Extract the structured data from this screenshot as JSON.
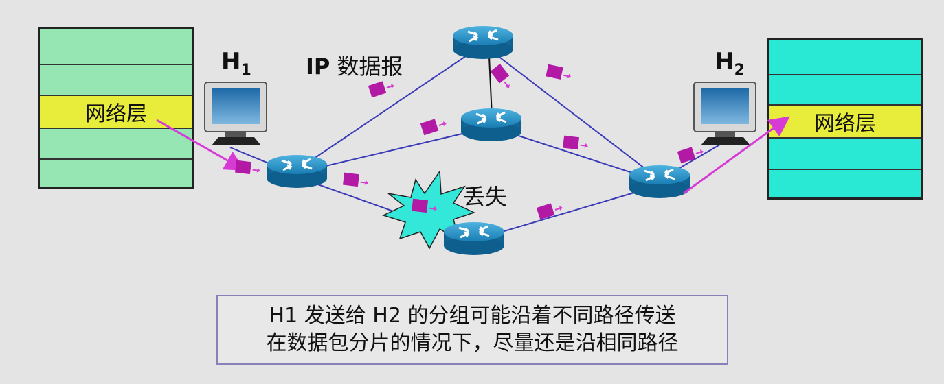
{
  "host1": {
    "name": "H",
    "sub": "1"
  },
  "host2": {
    "name": "H",
    "sub": "2"
  },
  "datagram_label": {
    "prefix": "IP",
    "text": " 数据报"
  },
  "network_layer_label": "网络层",
  "lost_label": "丢失",
  "caption": {
    "line1": "H1 发送给 H2 的分组可能沿着不同路径传送",
    "line2": "在数据包分片的情况下，尽量还是沿相同路径"
  },
  "colors": {
    "stack_left": "#95e6b2",
    "stack_right": "#29e8d4",
    "network_layer": "#e8ec3a",
    "link": "#3a3ab8",
    "arrow": "#d63bd6",
    "packet": "#b21aa6",
    "router": "#1d82b8",
    "burst": "#33e8d8"
  }
}
